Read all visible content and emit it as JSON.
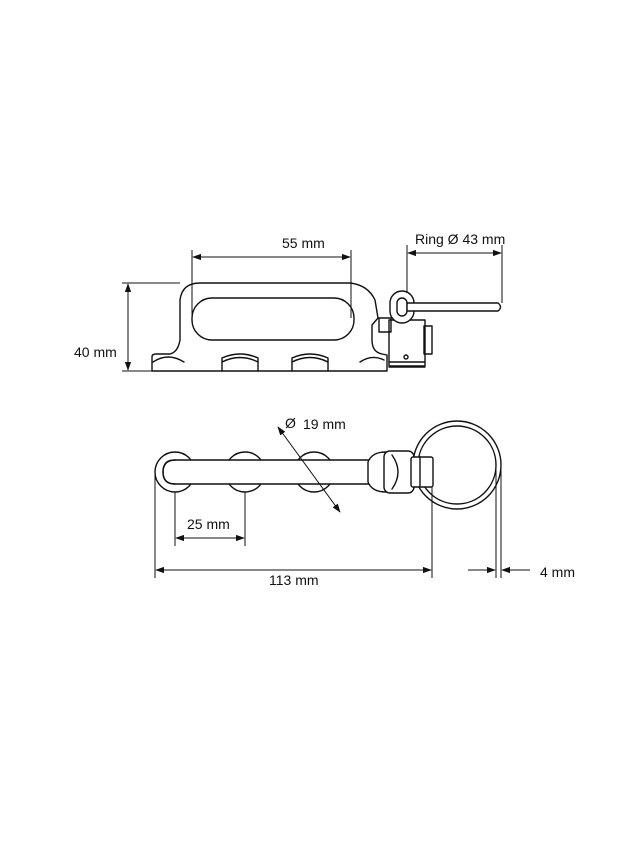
{
  "dimensions": {
    "height": "40 mm",
    "slot_length": "55 mm",
    "ring_diameter": "Ring Ø 43 mm",
    "ball_diameter": "19 mm",
    "diameter_symbol": "Ø",
    "ball_pitch": "25 mm",
    "overall_length": "113 mm",
    "ring_thickness": "4 mm"
  },
  "colors": {
    "line": "#111111",
    "background": "#ffffff"
  }
}
